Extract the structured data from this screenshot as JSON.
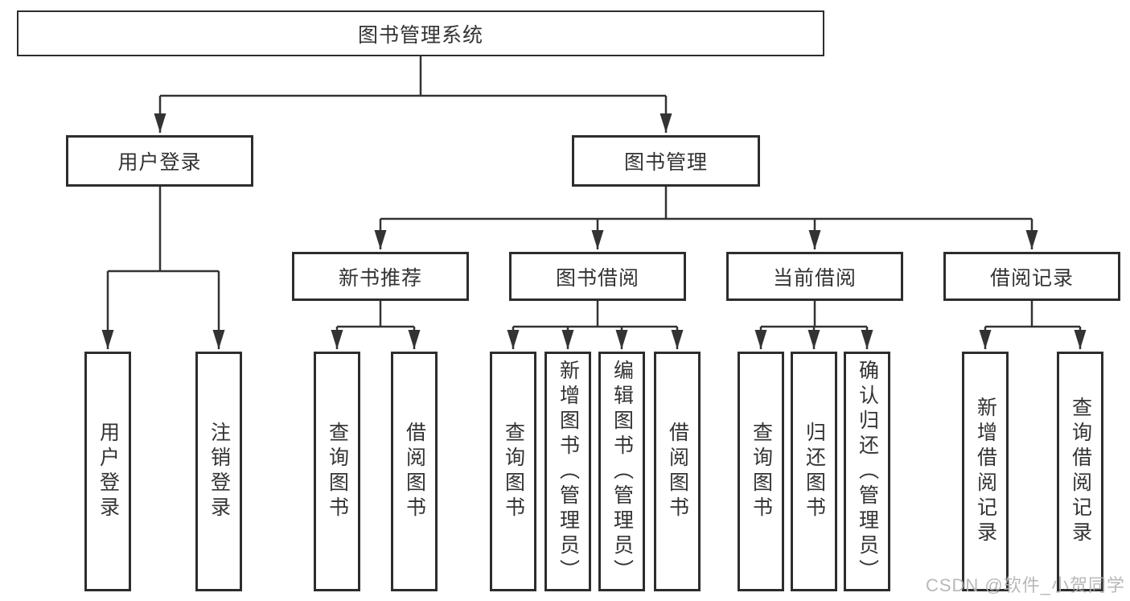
{
  "tree": {
    "label": "图书管理系统",
    "children": [
      {
        "label": "用户登录",
        "children": [
          {
            "label": "用户登录"
          },
          {
            "label": "注销登录"
          }
        ]
      },
      {
        "label": "图书管理",
        "children": [
          {
            "label": "新书推荐",
            "children": [
              {
                "label": "查询图书"
              },
              {
                "label": "借阅图书"
              }
            ]
          },
          {
            "label": "图书借阅",
            "children": [
              {
                "label": "查询图书"
              },
              {
                "label": "新增图书（管理员）"
              },
              {
                "label": "编辑图书（管理员）"
              },
              {
                "label": "借阅图书"
              }
            ]
          },
          {
            "label": "当前借阅",
            "children": [
              {
                "label": "查询图书"
              },
              {
                "label": "归还图书"
              },
              {
                "label": "确认归还（管理员）"
              }
            ]
          },
          {
            "label": "借阅记录",
            "children": [
              {
                "label": "新增借阅记录"
              },
              {
                "label": "查询借阅记录"
              }
            ]
          }
        ]
      }
    ]
  },
  "watermark": {
    "text": "CSDN @软件_小贺同学"
  },
  "colors": {
    "line": "#333333",
    "box_border": "#2d2d2d",
    "text": "#333333",
    "background": "#ffffff",
    "watermark": "#b3b3b3"
  }
}
